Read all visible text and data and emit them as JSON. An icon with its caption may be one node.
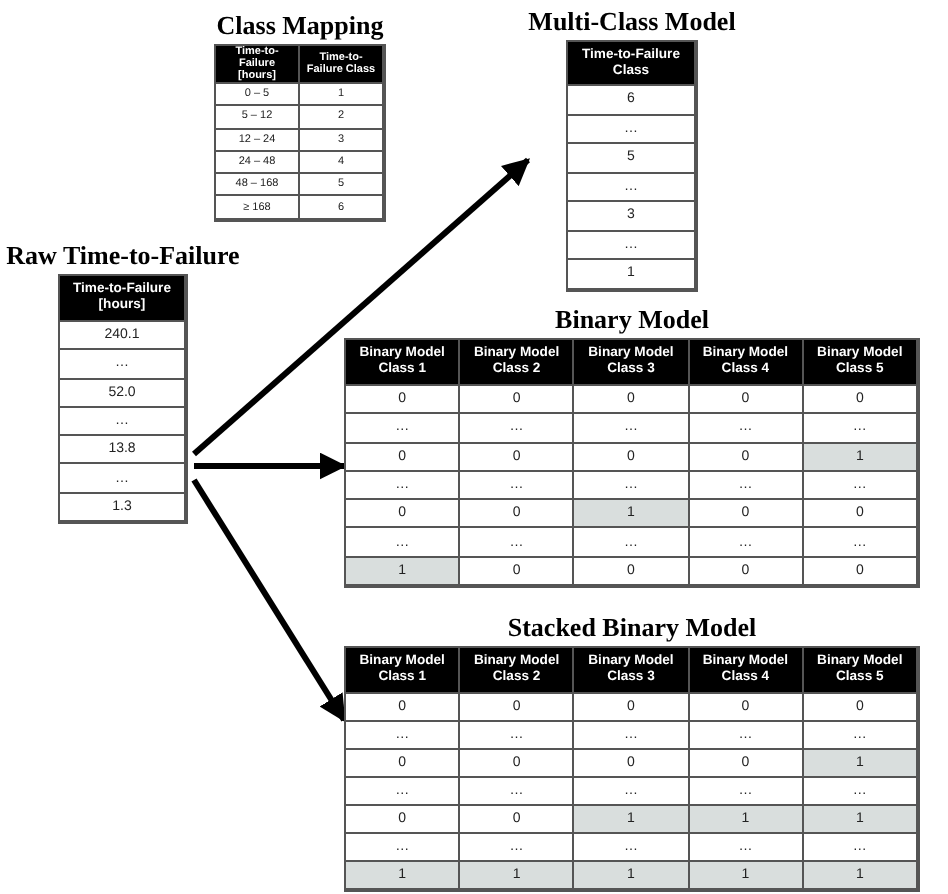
{
  "diagram": {
    "nodes": [
      {
        "text": [
          "Class Mapping",
          "Time-to-Failure [hours]",
          "Time-to-Failure Class",
          "0 – 5",
          "1",
          "5 – 12",
          "2",
          "12 – 24",
          "3",
          "24 – 48",
          "4",
          "48 – 168",
          "5",
          "≥ 168",
          "6"
        ]
      },
      {
        "text": [
          "Multi-Class Model",
          "Time-to-Failure Class",
          "6",
          "…",
          "5",
          "…",
          "3",
          "…",
          "1"
        ]
      },
      {
        "text": [
          "Raw Time-to-Failure",
          "Time-to-Failure [hours]",
          "240.1",
          "…",
          "52.0",
          "…",
          "13.8",
          "…",
          "1.3"
        ]
      },
      {
        "text": [
          "Binary Model",
          "Binary Model Class 1",
          "Binary Model Class 2",
          "Binary Model Class 3",
          "Binary Model Class 4",
          "Binary Model Class 5",
          "0",
          "0",
          "0",
          "0",
          "0",
          "…",
          "…",
          "…",
          "…",
          "…",
          "0",
          "0",
          "0",
          "0",
          "1",
          "…",
          "…",
          "…",
          "…",
          "…",
          "0",
          "0",
          "1",
          "0",
          "0",
          "…",
          "…",
          "…",
          "…",
          "…",
          "1",
          "0",
          "0",
          "0",
          "0"
        ]
      },
      {
        "text": [
          "Stacked Binary Model",
          "Binary Model Class 1",
          "Binary Model Class 2",
          "Binary Model Class 3",
          "Binary Model Class 4",
          "Binary Model Class 5",
          "0",
          "0",
          "0",
          "0",
          "0",
          "…",
          "…",
          "…",
          "…",
          "…",
          "0",
          "0",
          "0",
          "0",
          "1",
          "…",
          "…",
          "…",
          "…",
          "…",
          "0",
          "0",
          "1",
          "1",
          "1",
          "…",
          "…",
          "…",
          "…",
          "…",
          "1",
          "1",
          "1",
          "1",
          "1"
        ]
      }
    ],
    "edges": [
      {
        "from": 2,
        "to": 1,
        "arrow": "to"
      },
      {
        "from": 2,
        "to": 3,
        "arrow": "to"
      },
      {
        "from": 2,
        "to": 4,
        "arrow": "to"
      }
    ]
  }
}
